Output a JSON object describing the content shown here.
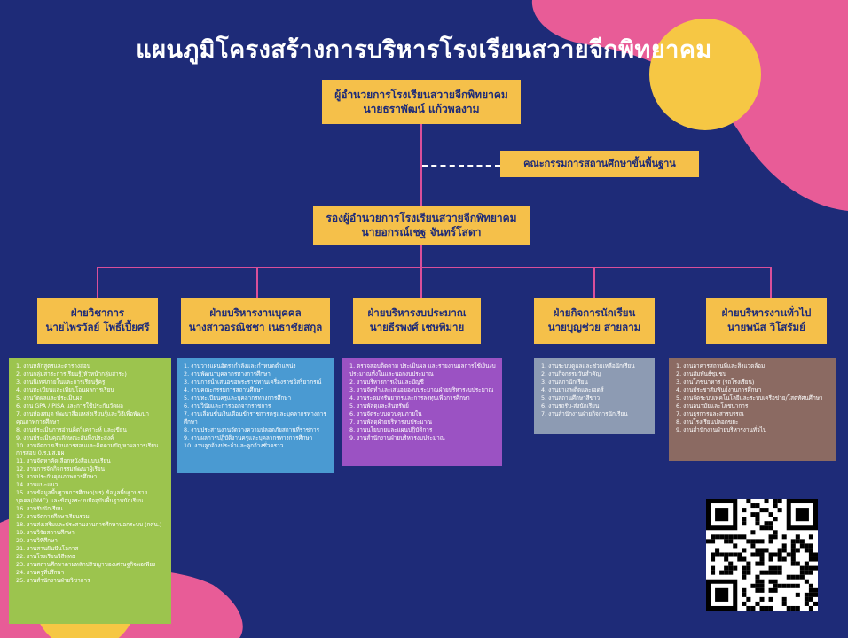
{
  "title": "แผนภูมิโครงสร้างการบริหารโรงเรียนสวายจีกพิทยาคม",
  "director": {
    "role": "ผู้อำนวยการโรงเรียนสวายจีกพิทยาคม",
    "name": "นายธราพัฒน์ แก้วพลงาม"
  },
  "board": {
    "label": "คณะกรรมการสถานศึกษาขั้นพื้นฐาน"
  },
  "deputy": {
    "role": "รองผู้อำนวยการโรงเรียนสวายจีกพิทยาคม",
    "name": "นายอกรณ์เชฐ จันทร์โสดา"
  },
  "departments": [
    {
      "title": "ฝ่ายวิชาการ",
      "head": "นายไพรวัลย์ โพธิ์เปี้ยศรี",
      "list_color": "#9cc44e",
      "items": [
        "งานหลักสูตรและตารางสอน",
        "งานกลุ่มสาระการเรียนรู้(หัวหน้ากลุ่มสาระ)",
        "งานนิเทศภายในและการเรียนรู้ครู",
        "งานทะเบียนและเทียบโอนผลการเรียน",
        "งานวัดผลและประเมินผล",
        "งาน GPA / PISA และการใช้ประกันวัดผล",
        "งานห้องสมุด พัฒนาสื่อแหล่งเรียนรู้และวิธีเพื่อพัฒนาคุณภาพการศึกษา",
        "งานประเมินการอ่านคิดวิเคราะห์ และเขียน",
        "งานประเมินคุณลักษณะอันพึงประสงค์",
        "งานจัดการเรียนการสอนและคิดตามปัญหาผลการเรียนการสอบ 0,ร,มส,มผ",
        "งานจัดหาคัดเลือกหนังสือแบบเรียน",
        "งานการจัดกิจกรรมพัฒนาผู้เรียน",
        "งานประกันคุณภาพการศึกษา",
        "งานแนะแนว",
        "งานข้อมูลพื้นฐานการศึกษา(นร) ข้อมูลพื้นฐานรายบุคคล(DMC) และข้อมูลระบบปัจจุบันพื้นฐานนักเรียน",
        "งานรับนักเรียน",
        "งานจัดการศึกษาเรียนร่วม",
        "งานส่งเสริมและประสานงานการศึกษานอกระบบ (กศน.)",
        "งานวิจัยสถานศึกษา",
        "งานวิทีศึกษา",
        "งานสานฝันปันโอกาส",
        "งานโรงเรียนวิถีพุทธ",
        "งานสถานศึกษาตามหลักปรัชญาของเศรษฐกิจพอเพียง",
        "งานครูที่ปรึกษา",
        "งานสำนักงานฝ่ายวิชาการ"
      ]
    },
    {
      "title": "ฝ่ายบริหารงานบุคคล",
      "head": "นางสาวอรณิชชา เนธาชัยสกุล",
      "list_color": "#4a9ad2",
      "items": [
        "งานวางแผนอัตรากำลังและกำหนดตำแหน่ง",
        "งานพัฒนาบุคลากรทางการศึกษา",
        "งานการนำเสนอขอพระราชทานเครื่องราชอิสริยาภรณ์",
        "งานคณะกรรมการสถานศึกษา",
        "งานทะเบียนครูและบุคลากรทางการศึกษา",
        "งานวินัยและการออกจากราชการ",
        "งานเลื่อนขั้นเงินเดือนข้าราชการครูและบุคลากรทางการศึกษา",
        "งานประสานงานจัดวางความปลอดภัยสถานที่ราชการ",
        "งานผลการปฏิบัติงานครูและบุคลากรทางการศึกษา",
        "งานลูกจ้างประจำและลูกจ้างชั่วคราว"
      ]
    },
    {
      "title": "ฝ่ายบริหารงบประมาณ",
      "head": "นายธีรพงศ์ เชษพิมาย",
      "list_color": "#9b52c3",
      "items": [
        "ตรวจสอบติดตาม ประเมินผล และรายงานผลการใช้เงินงบประมาณทั้งในและนอกงบประมาณ",
        "งานบริหารการเงินและบัญชี",
        "งานจัดทำและเสนอของบประมาณฝ่ายบริหารงบประมาณ",
        "งานระดมทรัพยากรและการลงทุนเพื่อการศึกษา",
        "งานพัสดุและสินทรัพย์",
        "งานจัดระบบควบคุมภายใน",
        "งานพัสดุฝ่ายบริหารงบประมาณ",
        "งานนโยบายและแผนปฏิบัติการ",
        "งานสำนักงานฝ่ายบริหารงบประมาณ"
      ]
    },
    {
      "title": "ฝ่ายกิจการนักเรียน",
      "head": "นายบุญช่วย สายลาม",
      "list_color": "#8d9bb3",
      "items": [
        "งานระบบดูแลและช่วยเหลือนักเรียน",
        "งานกิจกรรมวันสำคัญ",
        "งานสภานักเรียน",
        "งานยาเสพติดและเอดส์",
        "งานสถานศึกษาสีขาว",
        "งานรถรับ-ส่งนักเรียน",
        "งานสำนักงานฝ่ายกิจการนักเรียน"
      ]
    },
    {
      "title": "ฝ่ายบริหารงานทั่วไป",
      "head": "นายพนัส วิโสรัมย์",
      "list_color": "#8b6a62",
      "items": [
        "งานอาคารสถานที่และสิ่งแวดล้อม",
        "งานสัมพันธ์ชุมชน",
        "งานโภชนาหาร (รถโรงเรียน)",
        "งานประชาสัมพันธ์งานการศึกษา",
        "งานจัดระบบเทคโนโลยีและระบบเครือข่าย/โสตทัศนศึกษา",
        "งานอนามัยและโภชนาการ",
        "งานธุรการและสารบรรณ",
        "งานโรงเรียนปลอดขยะ",
        "งานสำนักงานฝ่ายบริหารงานทั่วไป"
      ]
    }
  ],
  "colors": {
    "background": "#1e2b78",
    "box": "#f5c04a",
    "connector": "#d94f9a",
    "accent_pink": "#e85c97",
    "accent_yellow": "#f6c744"
  },
  "qr_icon": "qr-code-icon"
}
